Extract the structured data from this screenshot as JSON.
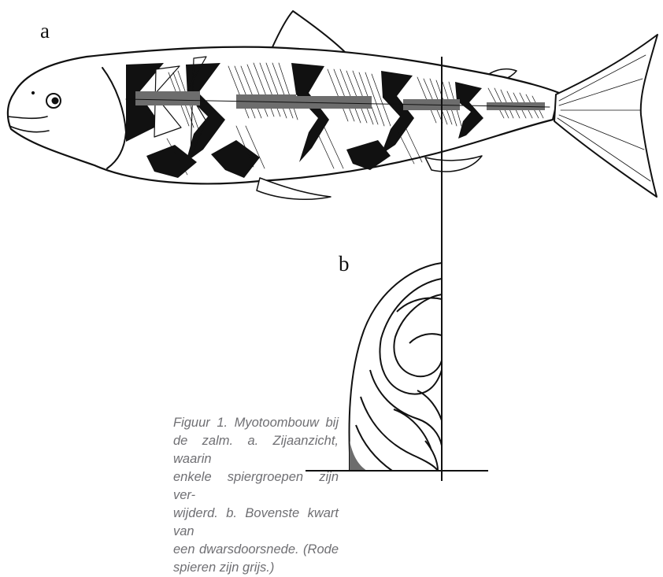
{
  "figure": {
    "panel_a_label": "a",
    "panel_b_label": "b",
    "caption_lines": [
      "Figuur 1. Myotoombouw bij",
      "de zalm. a. Zijaanzicht, waarin",
      "enkele spiergroepen zijn ver-",
      "wijderd. b. Bovenste kwart van",
      "een dwarsdoorsnede. (Rode",
      "spieren zijn grijs.)"
    ]
  },
  "colors": {
    "ink": "#111111",
    "red_muscle_grey": "#6d6d6d",
    "caption_text": "#6f6f73"
  }
}
